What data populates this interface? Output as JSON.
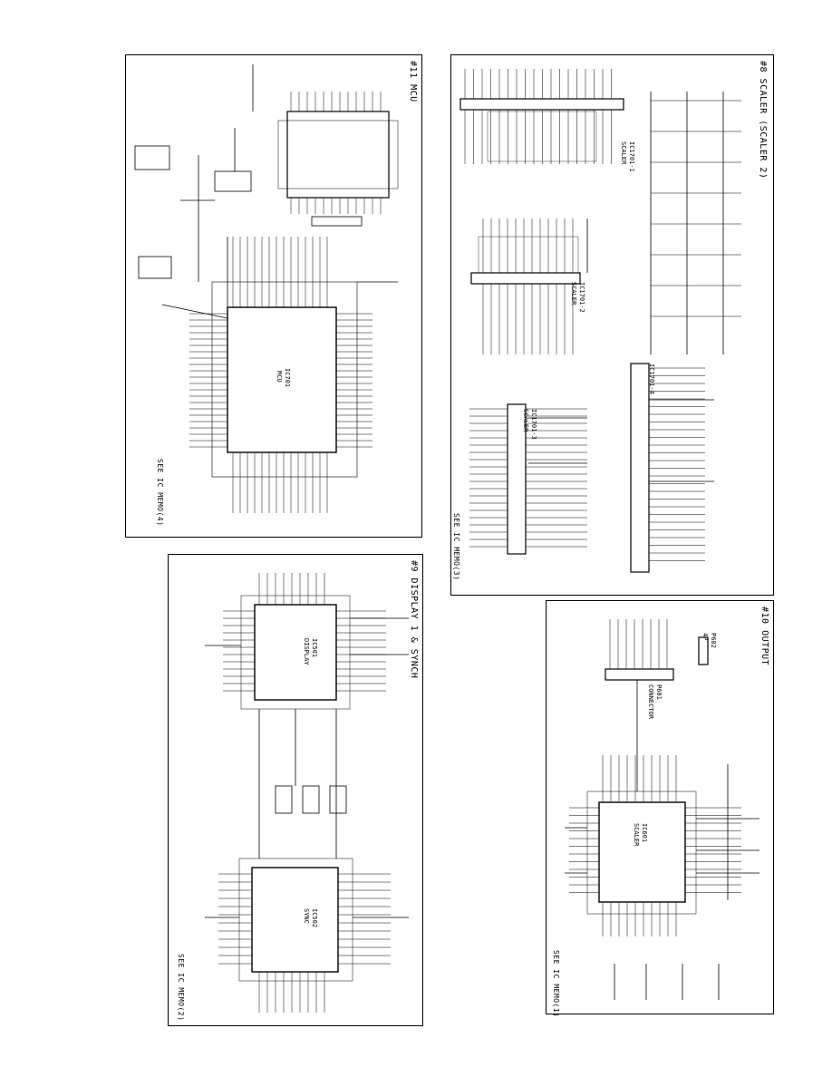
{
  "page": {
    "background": "#ffffff",
    "line_color": "#000000"
  },
  "panels": {
    "p1": {
      "title": "#11 MCU",
      "footer": "SEE IC MEMO(4)",
      "chip_ref": "IC701",
      "chip_part": "MCU"
    },
    "p2": {
      "title": "#9 DISPLAY 1 & SYNCH",
      "footer": "SEE IC MEMO(2)",
      "chip_a_ref": "IC501",
      "chip_a_part": "DISPLAY",
      "chip_b_ref": "IC502",
      "chip_b_part": "SYNC"
    },
    "p3": {
      "title": "#8 SCALER (SCALER 2)",
      "footer": "SEE IC MEMO(3)",
      "ic1_ref": "IC1701-1",
      "ic1_part": "SCALER",
      "ic2_ref": "IC1701-2",
      "ic2_part": "SCALER",
      "ic3_ref": "IC1701-3",
      "ic3_part": "SCALER",
      "ic4_ref": "IC1701-4"
    },
    "p4": {
      "title": "#10 OUTPUT",
      "footer": "SEE IC MEMO(1)",
      "chip_ref": "IC601",
      "chip_part": "SCALER",
      "connector_ref": "P601",
      "connector_part": "CONNECTOR",
      "plug_ref": "P602",
      "plug_part": "4P"
    }
  }
}
